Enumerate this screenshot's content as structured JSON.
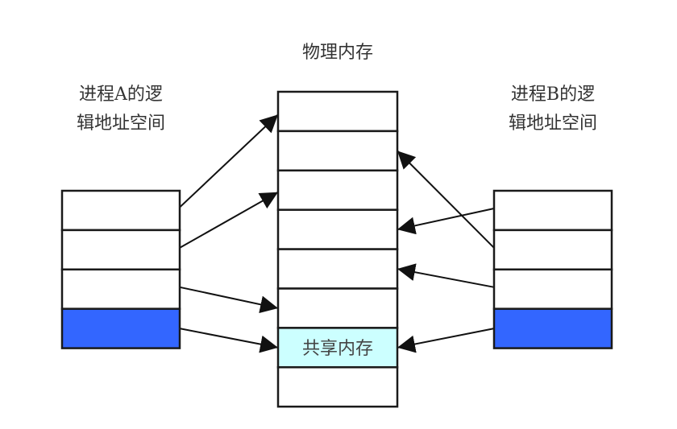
{
  "titles": {
    "physical_memory": "物理内存",
    "process_a": [
      "进程A的逻",
      "辑地址空间"
    ],
    "process_b": [
      "进程B的逻",
      "辑地址空间"
    ]
  },
  "physical_memory": {
    "cell_count": 8,
    "cells": [
      "",
      "",
      "",
      "",
      "",
      "",
      "共享内存",
      ""
    ],
    "shared_index": 6,
    "shared_label": "共享内存"
  },
  "process_a": {
    "cell_count": 4,
    "shared_index": 3,
    "mappings": [
      {
        "from_cell": 0,
        "to_cell": 0
      },
      {
        "from_cell": 1,
        "to_cell": 2
      },
      {
        "from_cell": 2,
        "to_cell": 5
      },
      {
        "from_cell": 3,
        "to_cell": 6
      }
    ]
  },
  "process_b": {
    "cell_count": 4,
    "shared_index": 3,
    "mappings": [
      {
        "from_cell": 0,
        "to_cell": 3
      },
      {
        "from_cell": 1,
        "to_cell": 1
      },
      {
        "from_cell": 2,
        "to_cell": 4
      },
      {
        "from_cell": 3,
        "to_cell": 6
      }
    ]
  },
  "colors": {
    "shared_physical": "#ccffff",
    "shared_logical": "#3366ff",
    "stroke": "#1a1a1a"
  }
}
